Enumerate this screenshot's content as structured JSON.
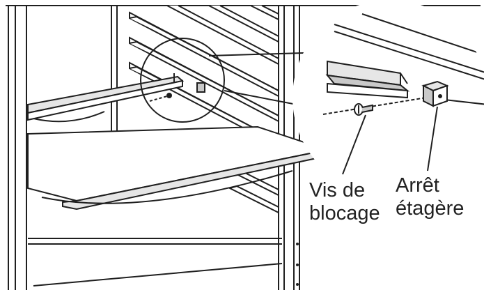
{
  "labels": {
    "locking_screw": [
      "Vis de",
      "blocage"
    ],
    "shelf_stop": [
      "Arrêt",
      "étagère"
    ]
  },
  "colors": {
    "line": "#1f1f1f",
    "shelf_fill": "#e6e6e6",
    "metal_fill": "#c9c9c9",
    "background": "#ffffff"
  },
  "icons": [
    "screw-icon",
    "shelf-stop-block-icon"
  ]
}
